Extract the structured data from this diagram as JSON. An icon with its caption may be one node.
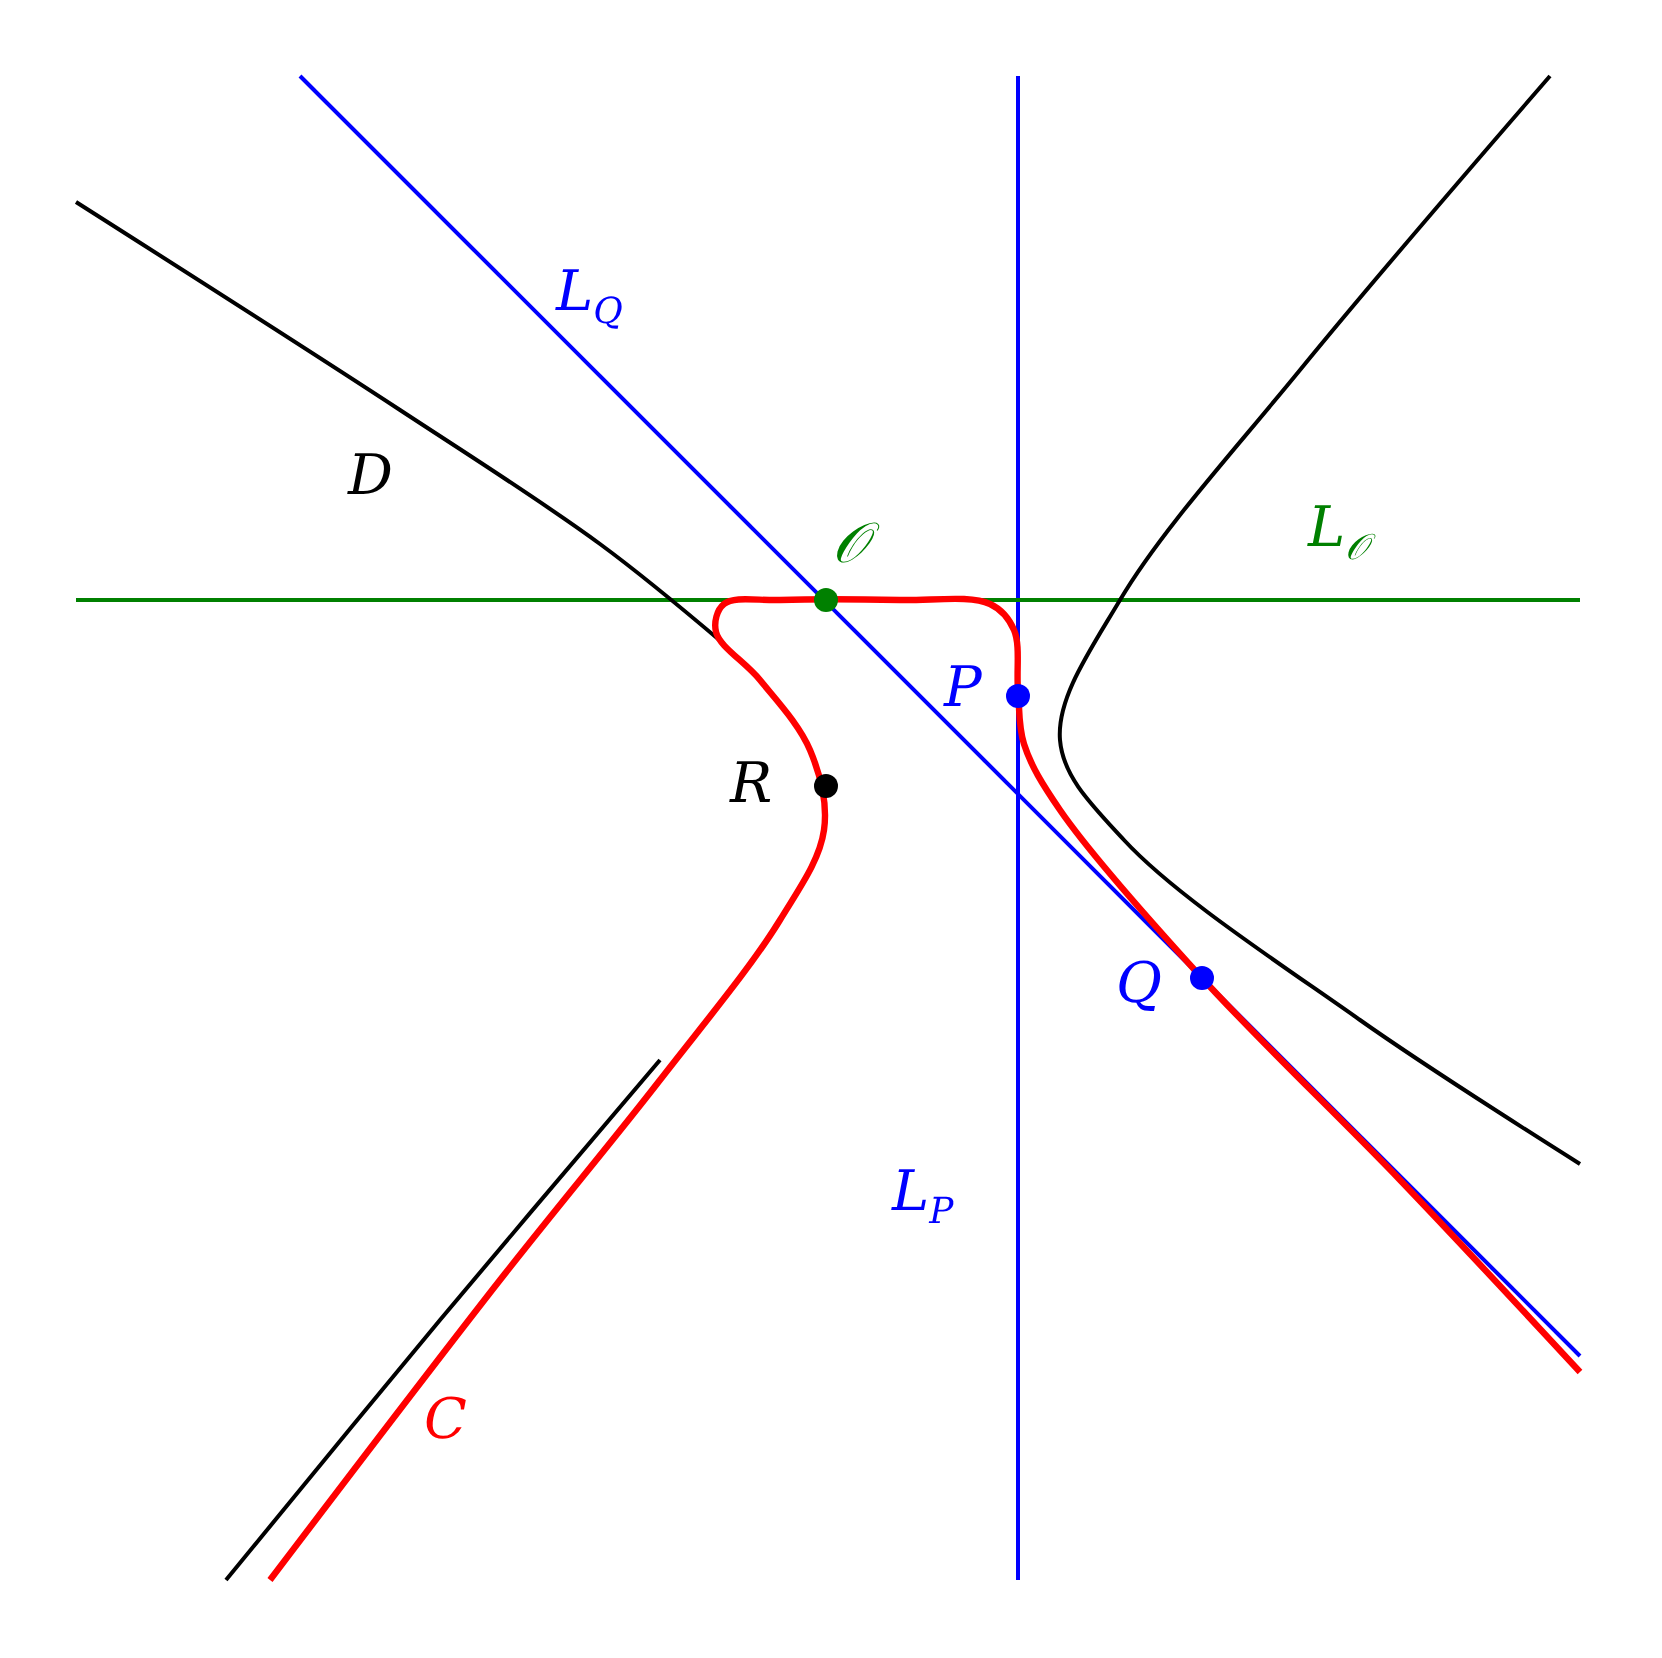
{
  "diagram": {
    "labels": [
      "L$_{Q}$",
      "D",
      "𝒪",
      "L$_{𝒪}$",
      "P",
      "R",
      "Q",
      "L$_{P}$",
      "C"
    ]
  }
}
